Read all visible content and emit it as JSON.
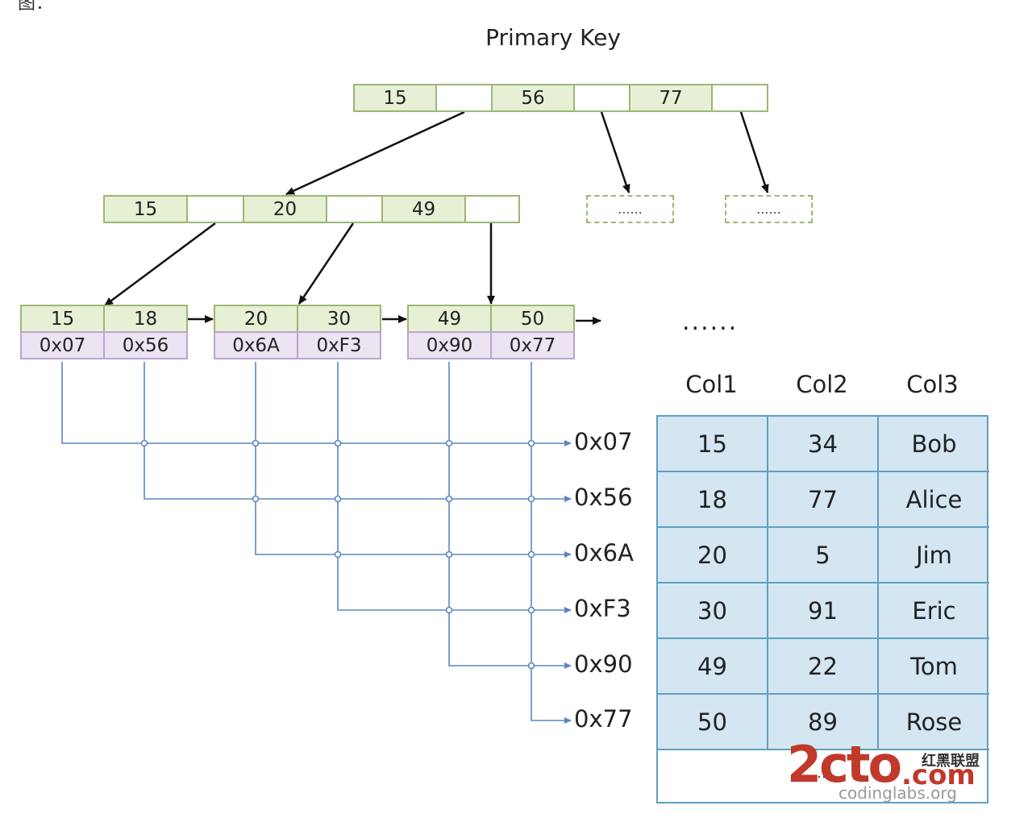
{
  "title": "Primary Key",
  "corner_text": "图：",
  "root_keys": [
    "15",
    "56",
    "77"
  ],
  "internal_keys": [
    "15",
    "20",
    "49"
  ],
  "leaves": [
    {
      "keys": [
        "15",
        "18"
      ],
      "addrs": [
        "0x07",
        "0x56"
      ]
    },
    {
      "keys": [
        "20",
        "30"
      ],
      "addrs": [
        "0x6A",
        "0xF3"
      ]
    },
    {
      "keys": [
        "49",
        "50"
      ],
      "addrs": [
        "0x90",
        "0x77"
      ]
    }
  ],
  "placeholder_dots": "......",
  "more_ellipsis": "......",
  "table": {
    "headers": [
      "Col1",
      "Col2",
      "Col3"
    ],
    "rows": [
      {
        "addr": "0x07",
        "cells": [
          "15",
          "34",
          "Bob"
        ]
      },
      {
        "addr": "0x56",
        "cells": [
          "18",
          "77",
          "Alice"
        ]
      },
      {
        "addr": "0x6A",
        "cells": [
          "20",
          "5",
          "Jim"
        ]
      },
      {
        "addr": "0xF3",
        "cells": [
          "30",
          "91",
          "Eric"
        ]
      },
      {
        "addr": "0x90",
        "cells": [
          "49",
          "22",
          "Tom"
        ]
      },
      {
        "addr": "0x77",
        "cells": [
          "50",
          "89",
          "Rose"
        ]
      }
    ],
    "last_row_text": "......"
  },
  "watermark": {
    "brand": "2cto",
    "suffix": ".com",
    "cn": "红黑联盟",
    "url": "codinglabs.org"
  },
  "colors": {
    "key_fill": "#e7efd5",
    "key_border": "#9bb873",
    "addr_fill": "#ece3f3",
    "table_fill": "#d3e6f2",
    "table_border": "#5fa0c2",
    "link": "#5b86c4",
    "watermark": "#c0392b"
  }
}
